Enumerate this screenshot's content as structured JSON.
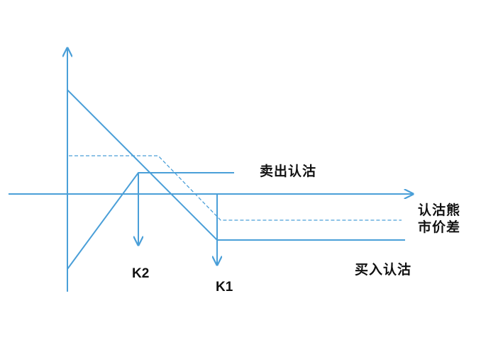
{
  "colors": {
    "line": "#4a9fd8",
    "text": "#111111",
    "background": "#ffffff"
  },
  "labels": {
    "sell_put": "卖出认沽",
    "buy_put": "买入认沽",
    "x_axis_line1": "认沽熊",
    "x_axis_line2": "市价差",
    "k1": "K1",
    "k2": "K2"
  }
}
